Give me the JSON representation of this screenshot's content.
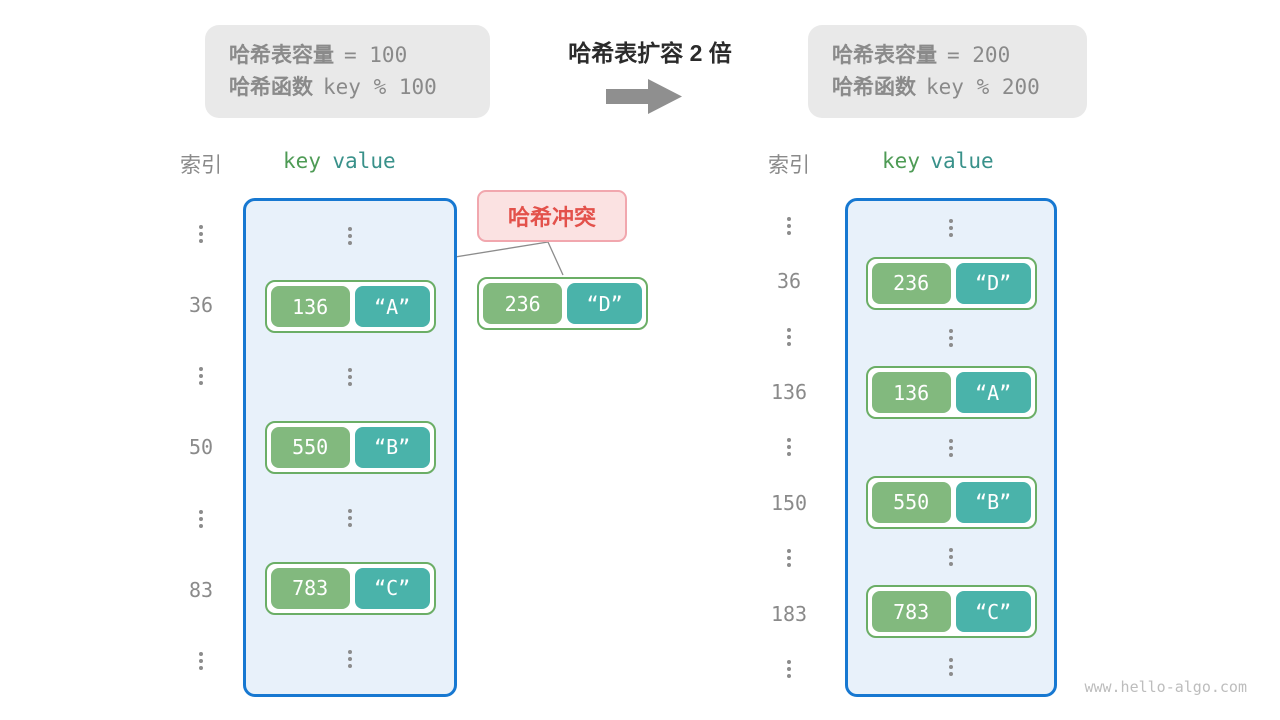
{
  "colors": {
    "bucket_border": "#1778D1",
    "bucket_fill": "#E8F1FA",
    "key_fill": "#82B97E",
    "value_fill": "#4AB3AA",
    "pair_border": "#6BAE66",
    "key_header_text": "#4E9B55",
    "value_header_text": "#39918A",
    "collision_fill": "#FBE2E2",
    "collision_border": "#F1A7AE",
    "collision_text": "#E3514B",
    "muted_text": "#8A8A8A",
    "arrow_gray": "#8F8F8F"
  },
  "left_info": {
    "label1": "哈希表容量",
    "value1": "= 100",
    "label2": "哈希函数",
    "value2": "key % 100"
  },
  "right_info": {
    "label1": "哈希表容量",
    "value1": "= 200",
    "label2": "哈希函数",
    "value2": "key % 200"
  },
  "transition": {
    "title": "哈希表扩容 2 倍"
  },
  "collision": {
    "label": "哈希冲突",
    "pair": {
      "key": "236",
      "value": "“D”"
    }
  },
  "left_table": {
    "headers": {
      "index": "索引",
      "key": "key",
      "value": "value"
    },
    "rows": [
      {
        "type": "dots"
      },
      {
        "type": "pair",
        "index": "36",
        "key": "136",
        "value": "“A”"
      },
      {
        "type": "dots"
      },
      {
        "type": "pair",
        "index": "50",
        "key": "550",
        "value": "“B”"
      },
      {
        "type": "dots"
      },
      {
        "type": "pair",
        "index": "83",
        "key": "783",
        "value": "“C”"
      },
      {
        "type": "dots"
      }
    ]
  },
  "right_table": {
    "headers": {
      "index": "索引",
      "key": "key",
      "value": "value"
    },
    "rows": [
      {
        "type": "dots"
      },
      {
        "type": "pair",
        "index": "36",
        "key": "236",
        "value": "“D”"
      },
      {
        "type": "dots"
      },
      {
        "type": "pair",
        "index": "136",
        "key": "136",
        "value": "“A”"
      },
      {
        "type": "dots"
      },
      {
        "type": "pair",
        "index": "150",
        "key": "550",
        "value": "“B”"
      },
      {
        "type": "dots"
      },
      {
        "type": "pair",
        "index": "183",
        "key": "783",
        "value": "“C”"
      },
      {
        "type": "dots"
      }
    ]
  },
  "watermark": "www.hello-algo.com"
}
